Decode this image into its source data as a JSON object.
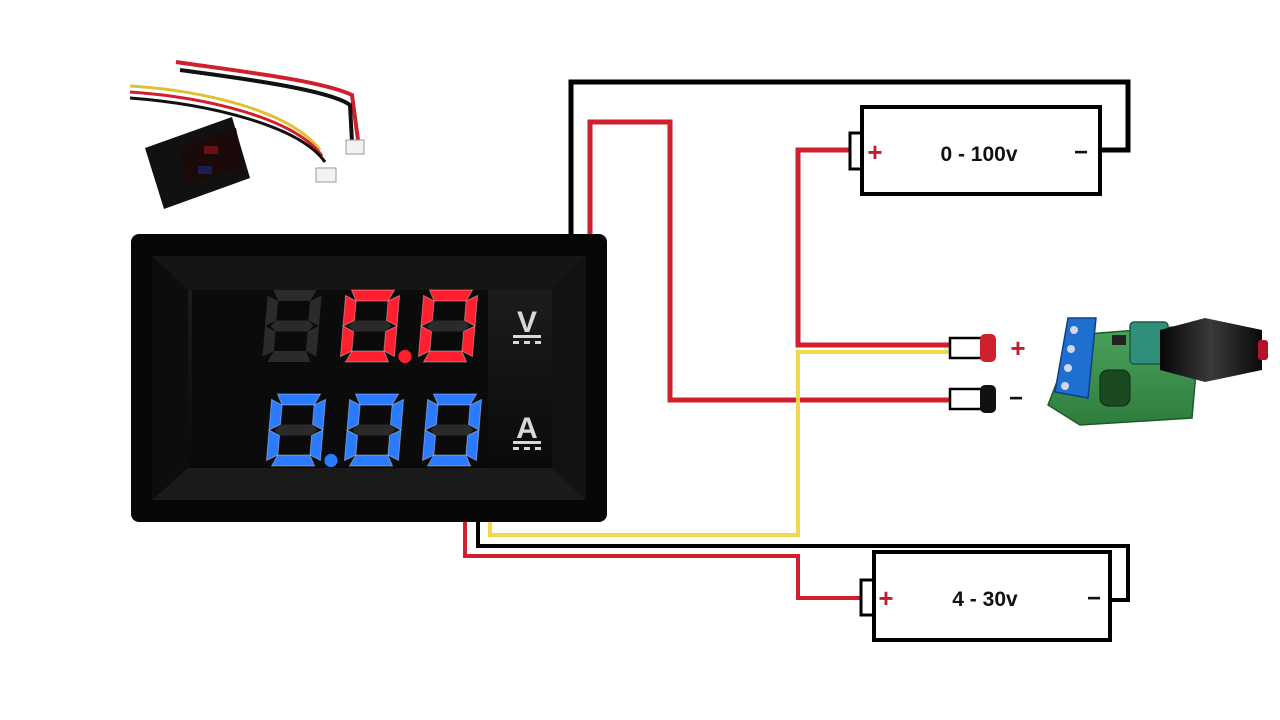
{
  "meter": {
    "voltage_reading": "0.0",
    "current_reading": "0.00",
    "voltage_unit": "V",
    "current_unit": "A",
    "voltage_color": "#ff1f2e",
    "current_color": "#2a7bff"
  },
  "battery_top": {
    "label": "0 - 100v",
    "plus": "+",
    "minus": "−"
  },
  "battery_bottom": {
    "label": "4 - 30v",
    "plus": "+",
    "minus": "−"
  },
  "load_terminals": {
    "plus": "+",
    "minus": "−"
  },
  "wire_colors": {
    "black": "#000000",
    "red": "#d0202e",
    "yellow": "#f1d84a"
  }
}
